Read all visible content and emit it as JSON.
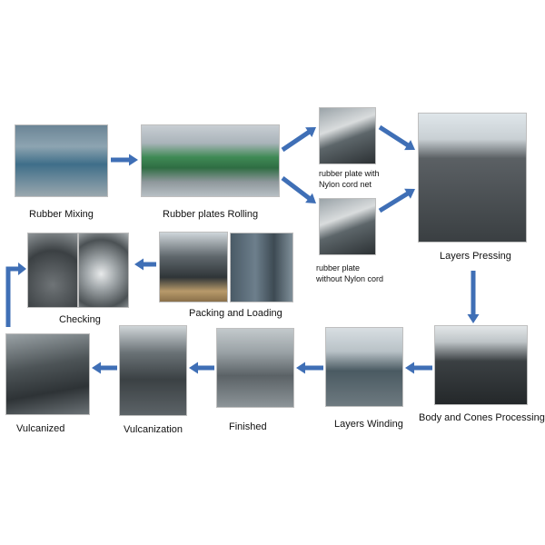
{
  "steps": {
    "rubber_mixing": "Rubber Mixing",
    "rubber_plates_rolling": "Rubber plates Rolling",
    "plate_with_cord_line1": "rubber plate with",
    "plate_with_cord_line2": "Nylon cord net",
    "plate_without_cord_line1": "rubber plate",
    "plate_without_cord_line2": "without Nylon cord",
    "layers_pressing": "Layers Pressing",
    "checking": "Checking",
    "packing_and_loading": "Packing and Loading",
    "body_and_cones_processing": "Body and Cones Processing",
    "layers_winding": "Layers Winding",
    "finished": "Finished",
    "vulcanization": "Vulcanization",
    "vulcanized": "Vulcanized"
  },
  "colors": {
    "arrow": "#3f6fb6"
  }
}
